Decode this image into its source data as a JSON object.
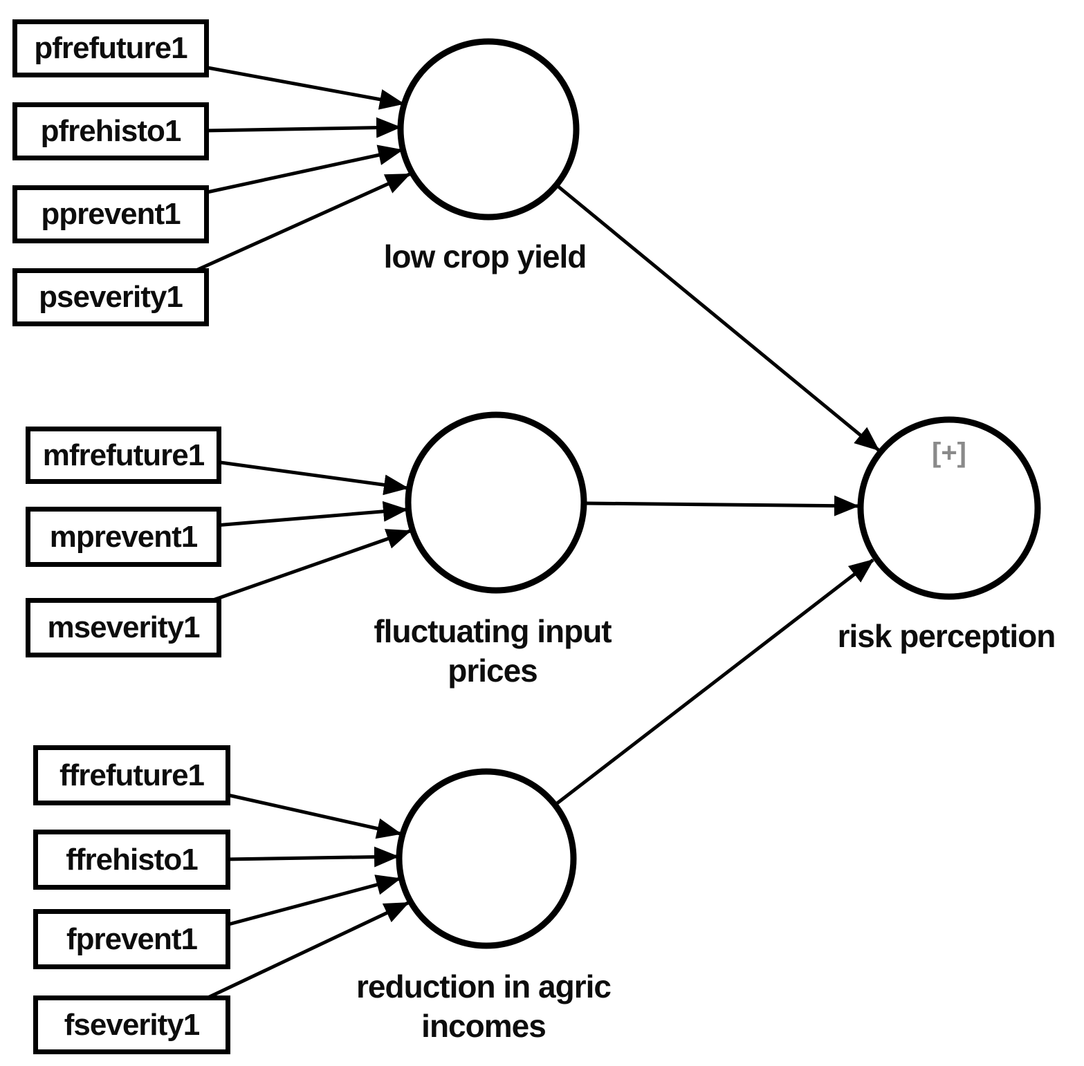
{
  "constructs": {
    "low_crop_yield": {
      "label": "low crop yield"
    },
    "fluctuating_input_prices": {
      "label_line1": "fluctuating input",
      "label_line2": "prices"
    },
    "reduction_in_agric_incomes": {
      "label_line1": "reduction in agric",
      "label_line2": "incomes"
    },
    "risk_perception": {
      "label": "risk perception",
      "badge": "[+]"
    }
  },
  "indicators": {
    "low_crop_yield": [
      "pfrefuture1",
      "pfrehisto1",
      "pprevent1",
      "pseverity1"
    ],
    "fluctuating_input_prices": [
      "mfrefuture1",
      "mprevent1",
      "mseverity1"
    ],
    "reduction_in_agric_incomes": [
      "ffrefuture1",
      "ffrehisto1",
      "fprevent1",
      "fseverity1"
    ]
  },
  "colors": {
    "stroke": "#000000",
    "text": "#0d0d0d",
    "badge": "#8a8a8a",
    "background": "#ffffff"
  }
}
